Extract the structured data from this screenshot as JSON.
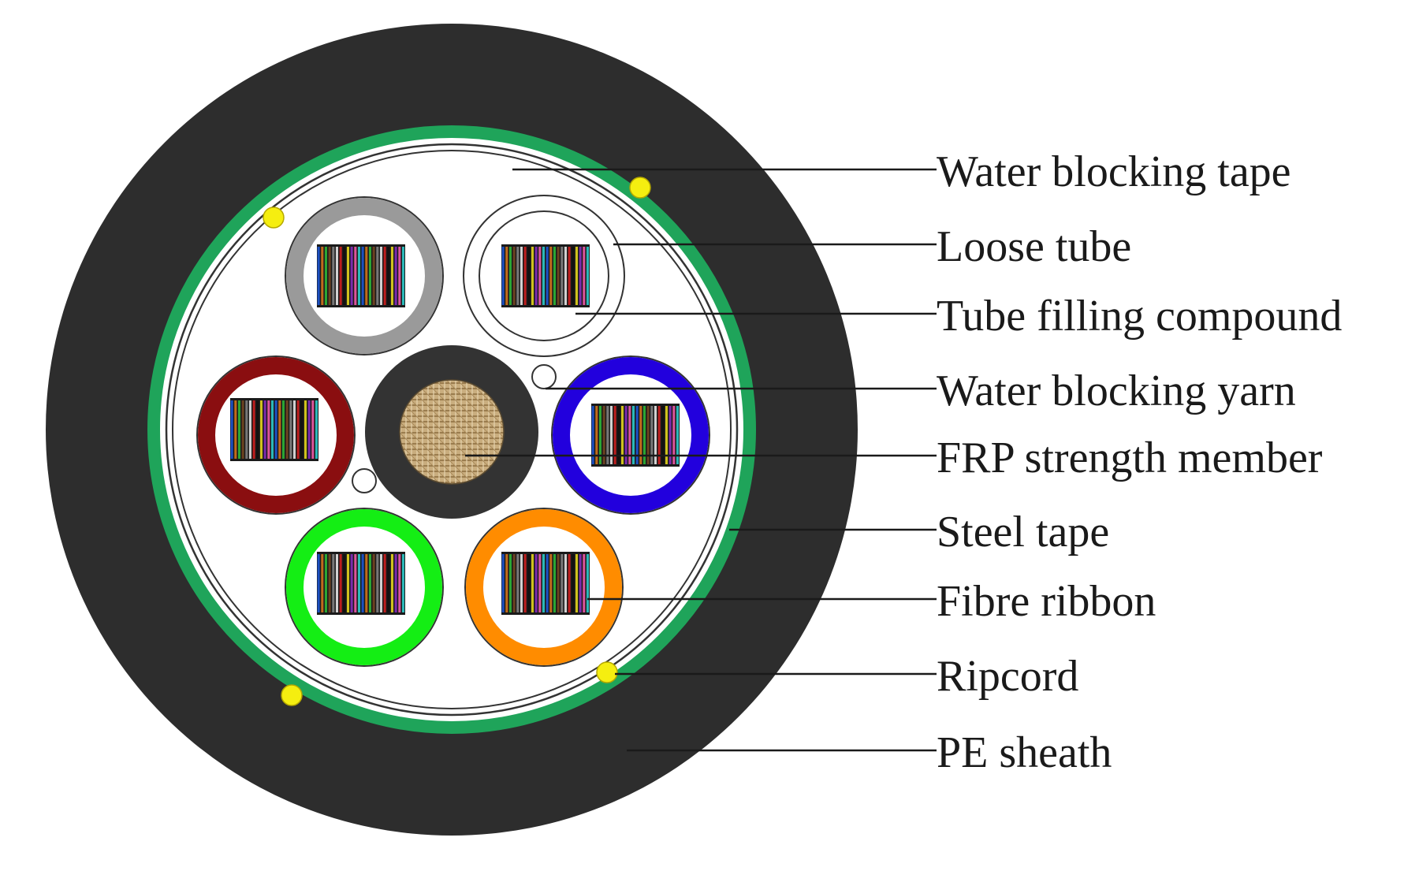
{
  "labels": [
    "Water blocking tape",
    "Loose tube",
    "Tube filling compound",
    "Water blocking yarn",
    "FRP strength member",
    "Steel tape",
    "Fibre ribbon",
    "Ripcord",
    "PE sheath"
  ],
  "colors": {
    "sheath": "#2d2d2d",
    "steel_tape": "#1fa45a",
    "ripcord": "#f5ee10",
    "frp_jacket": "#333333",
    "frp_core": "#c9ad7e",
    "tube_gray": "#9a9a9a",
    "tube_white": "#ffffff",
    "tube_red": "#8a0e10",
    "tube_blue": "#2200dd",
    "tube_green": "#14ee14",
    "tube_orange": "#ff8c00"
  },
  "ribbon_colors": [
    "#1d5be0",
    "#e07a1d",
    "#2fbf3a",
    "#7a4a22",
    "#8a8a8a",
    "#f2f2f2",
    "#d92020",
    "#111111",
    "#f0e020",
    "#8b2fc9",
    "#ff5fb3",
    "#2fd6d6"
  ]
}
